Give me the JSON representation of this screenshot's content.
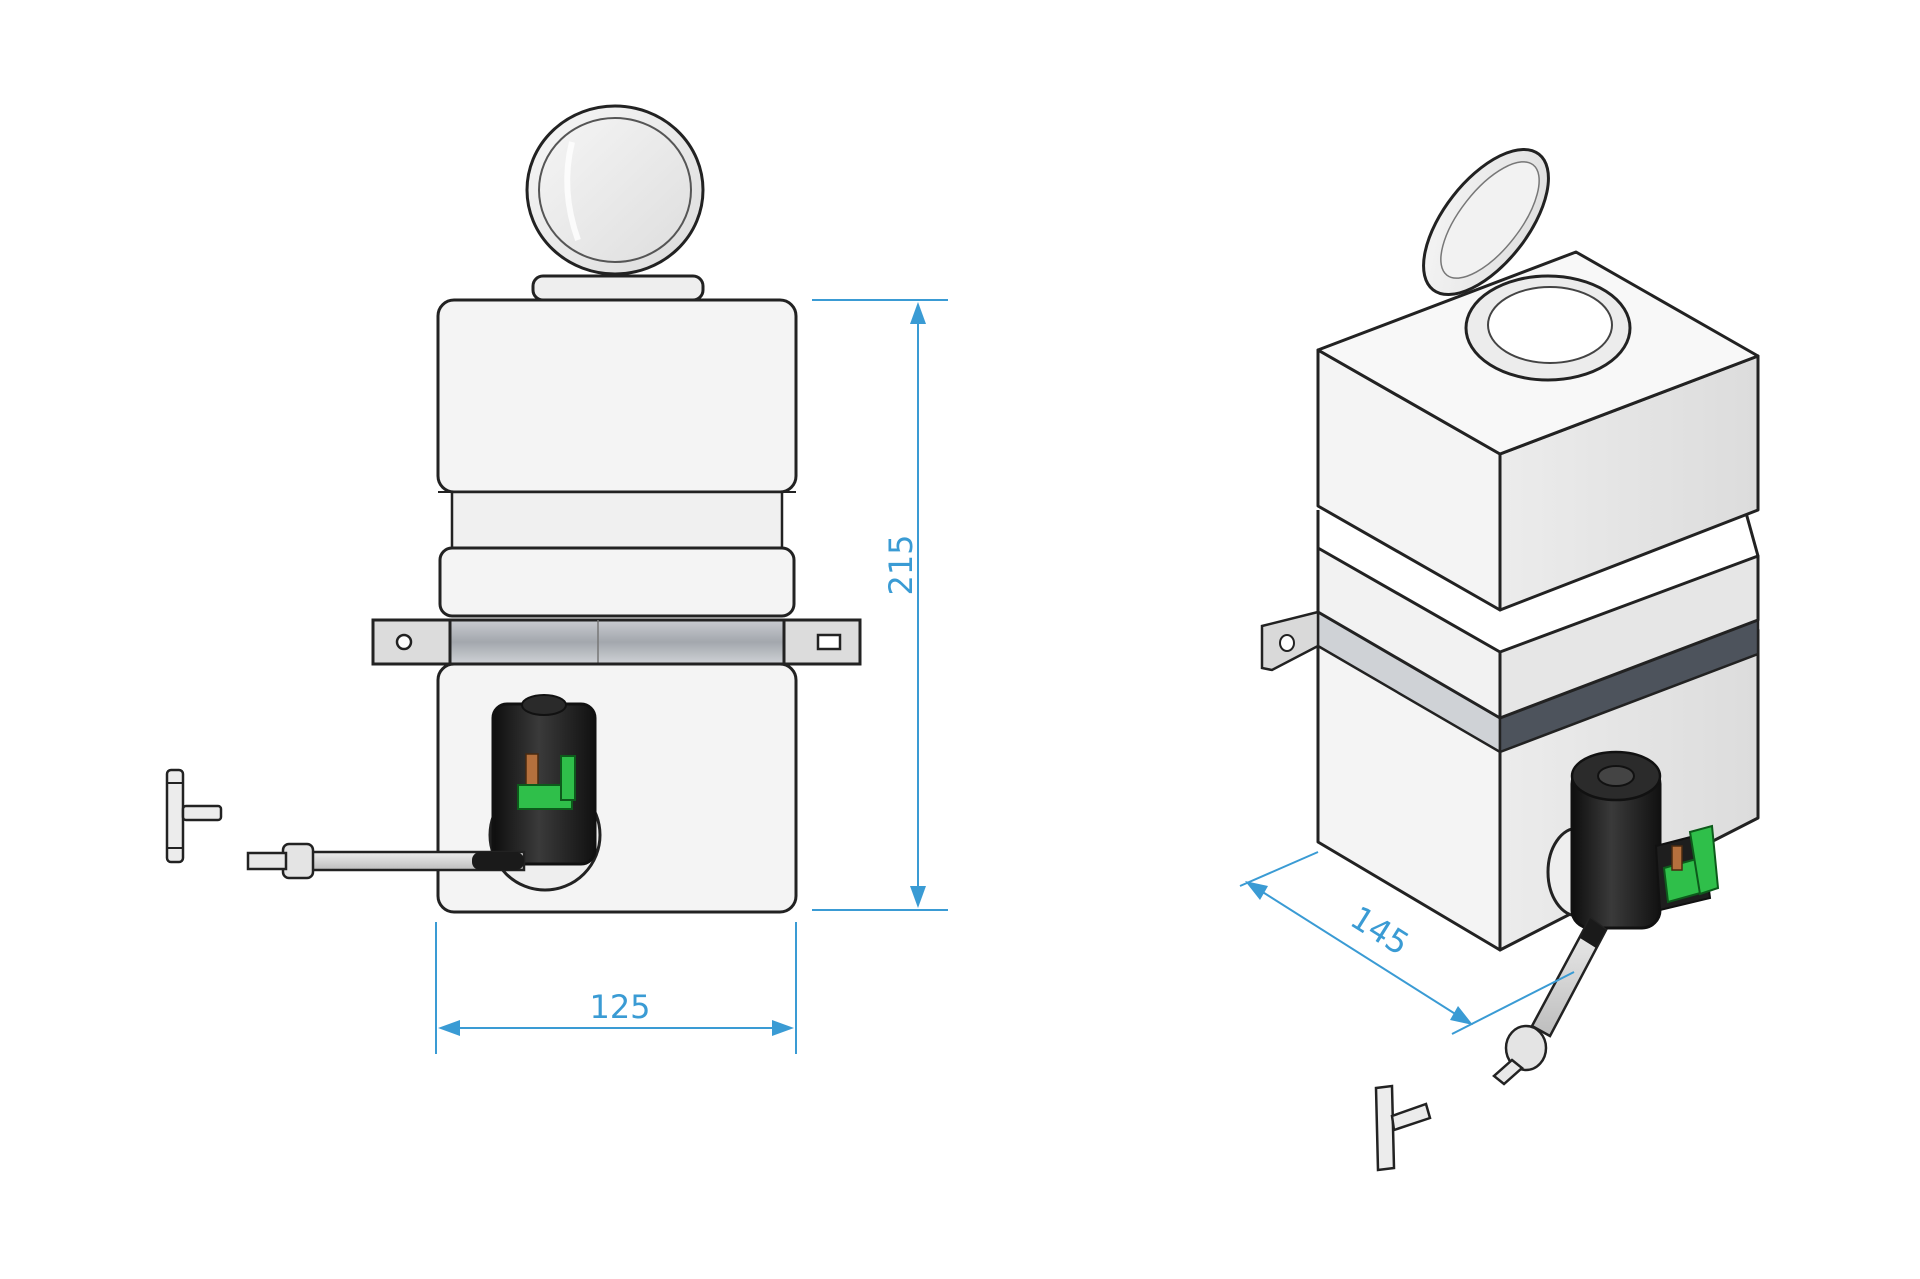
{
  "colors": {
    "dimension": "#3a9bd4",
    "outline": "#222222",
    "tank_fill": "#f4f4f4",
    "tank_shade": "#e2e2e2",
    "strap": "#a9adb3",
    "strap_dark": "#4d535c",
    "pump_body": "#1b1b1b",
    "connector": "#2fbf4a",
    "terminal": "#b5703d"
  },
  "dimensions": {
    "height": "215",
    "width": "125",
    "depth": "145"
  }
}
